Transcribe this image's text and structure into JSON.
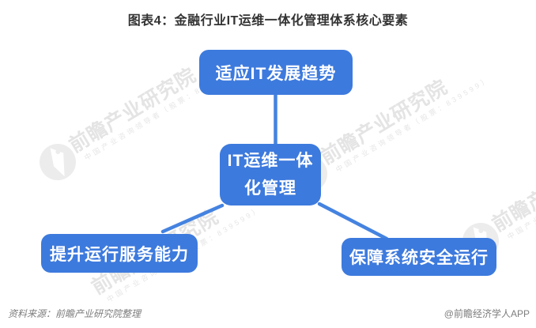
{
  "header": {
    "title": "图表4：金融行业IT运维一体化管理体系核心要素"
  },
  "diagram": {
    "type": "radial-concept-diagram",
    "center_label": "IT运维一体化管理",
    "center_line1": "IT运维一体",
    "center_line2": "化管理",
    "top": "适应IT发展趋势",
    "bottom_left": "提升运行服务能力",
    "bottom_right": "保障系统安全运行"
  },
  "watermark": {
    "brand": "前瞻产业研究院",
    "tagline": "中国产业咨询领导者（股票：839599）"
  },
  "footer": {
    "source": "资料来源：前瞻产业研究院整理",
    "credit": "@前瞻经济学人APP"
  },
  "colors": {
    "node_blue": "#3d7add",
    "line_blue": "#4583e0",
    "title_text": "#333333",
    "footer_text": "#7d7d7d",
    "watermark_gray": "#e4e4e4"
  }
}
